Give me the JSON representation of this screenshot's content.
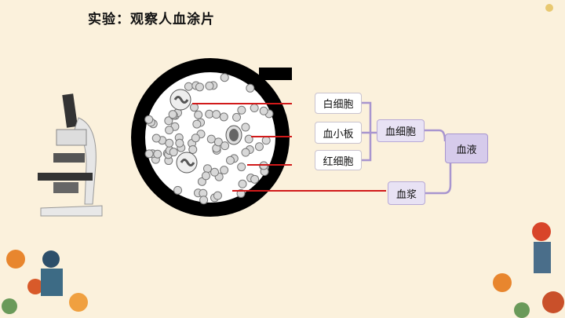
{
  "title": "实验：观察人血涂片",
  "diagram": {
    "leaves": [
      "白细胞",
      "血小板",
      "红细胞"
    ],
    "blood_cells": "血细胞",
    "plasma": "血浆",
    "blood": "血液"
  },
  "colors": {
    "pointer": "#d11a1a",
    "connector": "#a895cf",
    "background": "#fbf1dc"
  }
}
